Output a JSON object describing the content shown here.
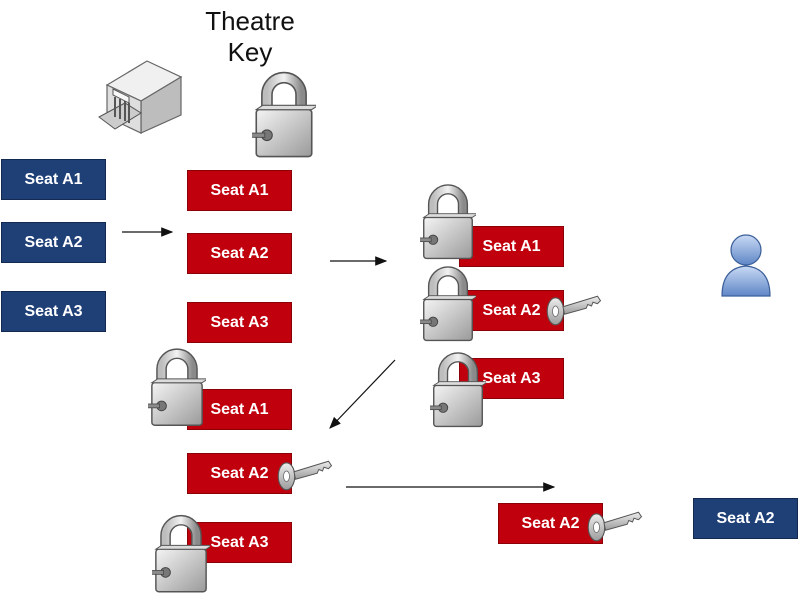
{
  "title": {
    "line1": "Theatre",
    "line2": "Key"
  },
  "colors": {
    "available": "#1f3f77",
    "reserved": "#c0000c"
  },
  "icons": {
    "theatre": "theatre-building-icon",
    "lock": "padlock-icon",
    "key": "key-icon",
    "user": "user-icon"
  },
  "column1": {
    "seats": [
      "Seat A1",
      "Seat A2",
      "Seat A3"
    ]
  },
  "column2": {
    "seats": [
      "Seat A1",
      "Seat A2",
      "Seat A3"
    ]
  },
  "column3": {
    "seats": [
      "Seat A1",
      "Seat A2",
      "Seat A3"
    ]
  },
  "column4": {
    "seats": [
      "Seat A1",
      "Seat A2",
      "Seat A3"
    ]
  },
  "result": {
    "held_seat": "Seat A2",
    "user_seat": "Seat A2"
  }
}
